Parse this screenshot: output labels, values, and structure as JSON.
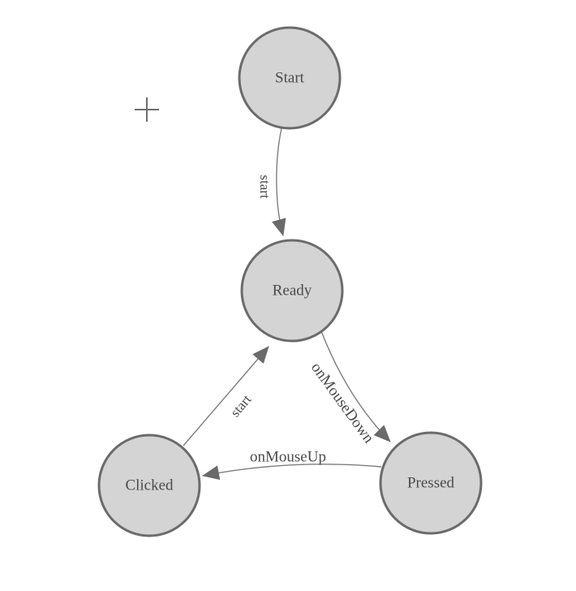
{
  "diagram": {
    "colors": {
      "background": "#ffffff",
      "node_fill": "#d4d4d4",
      "node_stroke": "#6b6b6b",
      "node_label": "#4a4a4a",
      "edge_line": "#7d7d7d",
      "edge_arrow": "#6a6a6a",
      "edge_label": "#4a4a4a",
      "crosshair": "#6e6e6e"
    },
    "nodes": [
      {
        "id": "start",
        "label": "Start"
      },
      {
        "id": "ready",
        "label": "Ready"
      },
      {
        "id": "clicked",
        "label": "Clicked"
      },
      {
        "id": "pressed",
        "label": "Pressed"
      }
    ],
    "edges": [
      {
        "from": "start",
        "to": "ready",
        "label": "start"
      },
      {
        "from": "ready",
        "to": "pressed",
        "label": "onMouseDown"
      },
      {
        "from": "pressed",
        "to": "clicked",
        "label": "onMouseUp"
      },
      {
        "from": "clicked",
        "to": "ready",
        "label": "start"
      }
    ]
  }
}
